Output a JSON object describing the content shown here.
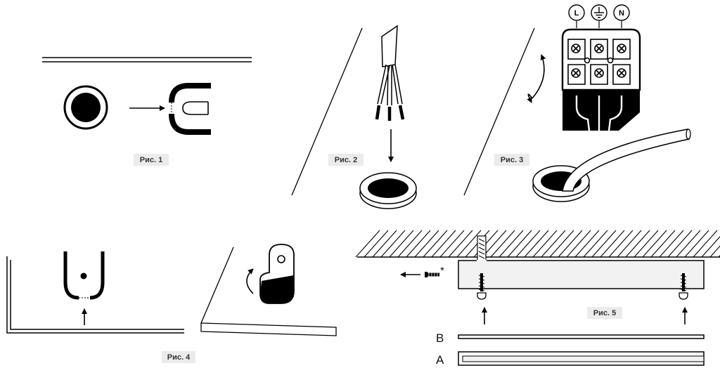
{
  "figures": {
    "fig1": {
      "label": "Рис. 1"
    },
    "fig2": {
      "label": "Рис. 2"
    },
    "fig3": {
      "label": "Рис. 3",
      "terminals": [
        "L",
        "N"
      ]
    },
    "fig4": {
      "label": "Рис. 4"
    },
    "fig5": {
      "label": "Рис. 5",
      "parts": [
        "B",
        "A"
      ],
      "screw_note": "*"
    }
  },
  "colors": {
    "ink": "#000000",
    "label_bg": "#ebebeb",
    "panel": "#f2f2f2"
  }
}
